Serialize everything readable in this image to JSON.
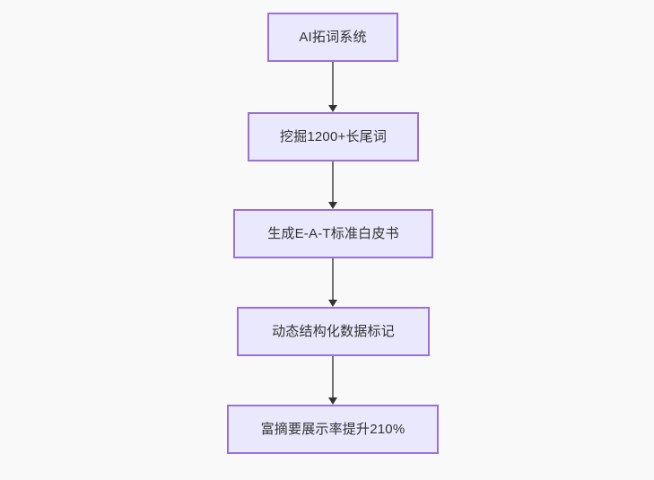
{
  "diagram": {
    "type": "flowchart",
    "orientation": "top-to-bottom",
    "background_color": "#f9f9f9",
    "node_fill_color": "#e9e8fc",
    "node_border_color": "#9872d4",
    "node_text_color": "#333333",
    "edge_color": "#707070",
    "arrowhead_color": "#333333",
    "nodes": [
      {
        "id": "node-1",
        "label": "AI拓词系统"
      },
      {
        "id": "node-2",
        "label": "挖掘1200+长尾词"
      },
      {
        "id": "node-3",
        "label": "生成E-A-T标准白皮书"
      },
      {
        "id": "node-4",
        "label": "动态结构化数据标记"
      },
      {
        "id": "node-5",
        "label": "富摘要展示率提升210%"
      }
    ],
    "edges": [
      {
        "id": "edge-1",
        "from": "node-1",
        "to": "node-2",
        "label": ""
      },
      {
        "id": "edge-2",
        "from": "node-2",
        "to": "node-3",
        "label": ""
      },
      {
        "id": "edge-3",
        "from": "node-3",
        "to": "node-4",
        "label": ""
      },
      {
        "id": "edge-4",
        "from": "node-4",
        "to": "node-5",
        "label": ""
      }
    ]
  }
}
